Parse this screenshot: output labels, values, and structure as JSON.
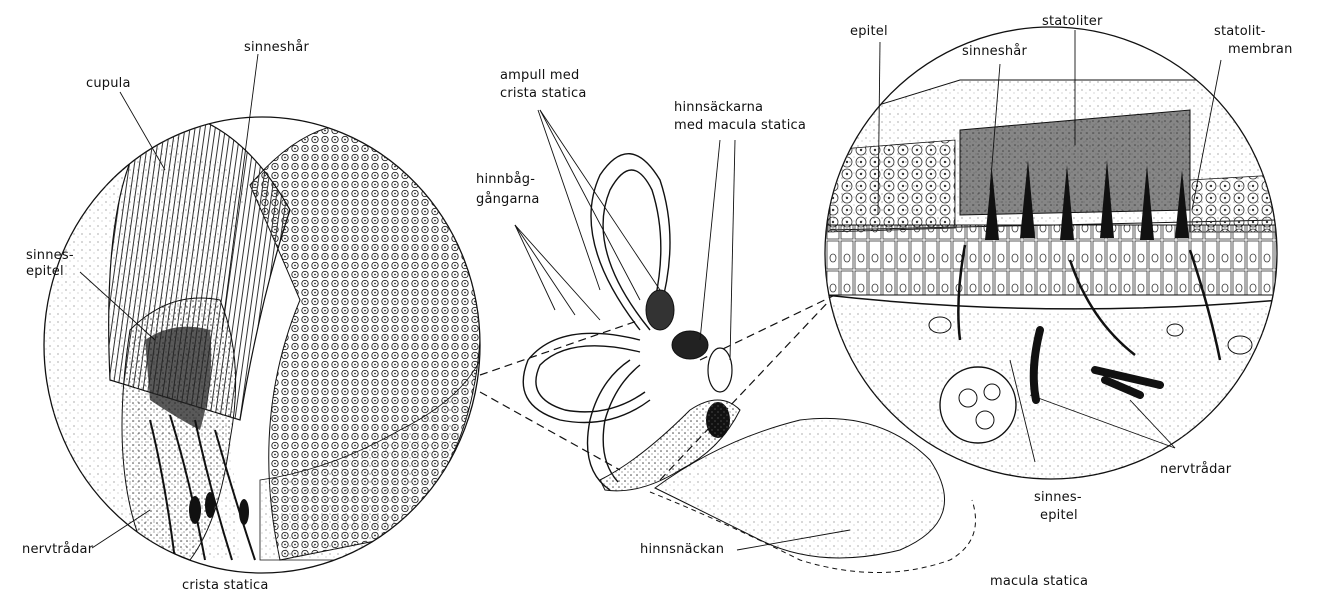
{
  "left_panel": {
    "caption": "crista statica",
    "labels": {
      "cupula": "cupula",
      "sinneshar": "sinneshår",
      "sinnesepitel_line1": "sinnes-",
      "sinnesepitel_line2": "epitel",
      "nervtradar": "nervtrådar"
    }
  },
  "center_panel": {
    "labels": {
      "ampull_line1": "ampull med",
      "ampull_line2": "crista statica",
      "hinnsackarna_line1": "hinnsäckarna",
      "hinnsackarna_line2": "med macula statica",
      "hinnbag_line1": "hinnbåg-",
      "hinnbag_line2": "gångarna",
      "hinnsnackan": "hinnsnäckan"
    }
  },
  "right_panel": {
    "caption": "macula statica",
    "labels": {
      "epitel": "epitel",
      "statoliter": "statoliter",
      "statolit_line1": "statolit-",
      "statolit_line2": "membran",
      "sinneshar": "sinneshår",
      "nervtradar": "nervtrådar",
      "sinnesepitel_line1": "sinnes-",
      "sinnesepitel_line2": "epitel"
    }
  },
  "colors": {
    "ink": "#111111",
    "paper": "#ffffff",
    "shade": "#8a8a8a"
  }
}
